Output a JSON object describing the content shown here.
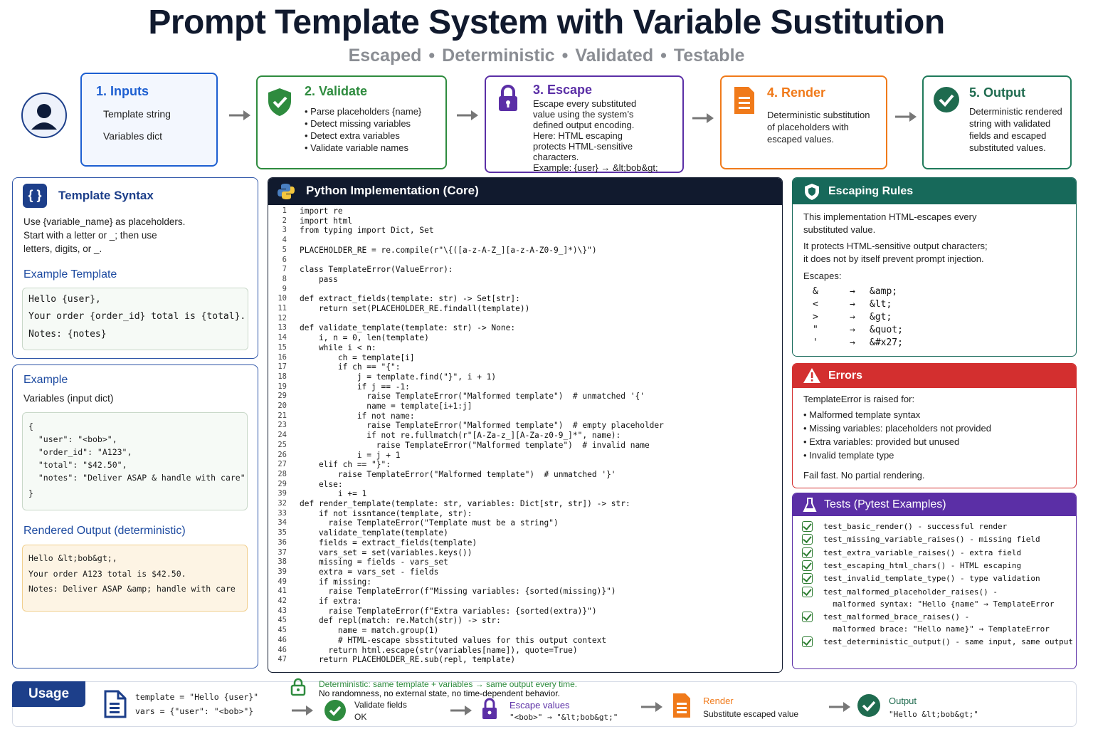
{
  "header": {
    "title": "Prompt Template System with Variable Sustitution",
    "subtitle": [
      "Escaped",
      "Deterministic",
      "Validated",
      "Testable"
    ],
    "subtitle_sep": "•"
  },
  "steps": [
    {
      "title": "1. Inputs",
      "lines": [
        "Template string",
        "Variables dict"
      ],
      "color": "#1d5fd1"
    },
    {
      "title": "2. Validate",
      "lines": [
        "• Parse placeholders {name}",
        "• Detect missing variables",
        "• Detect extra variables",
        "• Validate variable names"
      ],
      "color": "#2e8b3e"
    },
    {
      "title": "3. Escape",
      "lines": [
        "Escape every substituted",
        "value using the system’s",
        "defined output encoding.",
        "Here: HTML escaping",
        "protects HTML-sensitive",
        "characters.",
        "Example: {user} → &lt;bob&gt;"
      ],
      "color": "#5b2fa6"
    },
    {
      "title": "4. Render",
      "lines": [
        "Deterministic substitution",
        "of placeholders with",
        "escaped values."
      ],
      "color": "#f07a1a"
    },
    {
      "title": "5. Output",
      "lines": [
        "Deterministic rendered",
        "string with validated",
        "fields and escaped",
        "substituted values."
      ],
      "color": "#1f7a5a"
    }
  ],
  "template_syntax": {
    "title": "Template Syntax",
    "icon_label": "{ }",
    "desc": [
      "Use {variable_name} as placeholders.",
      "Start with a letter or _; then use",
      "letters, digits, or _."
    ],
    "example_title": "Example Template",
    "example_lines": [
      "Hello {user},",
      "Your order {order_id} total is {total}.",
      "Notes: {notes}"
    ]
  },
  "example": {
    "title": "Example",
    "vars_label": "Variables (input dict)",
    "dict_lines": [
      "{",
      "  \"user\": \"<bob>\",",
      "  \"order_id\": \"A123\",",
      "  \"total\": \"$42.50\",",
      "  \"notes\": \"Deliver ASAP & handle with care\"",
      "}"
    ],
    "rendered_title": "Rendered Output (deterministic)",
    "rendered_lines": [
      "Hello &lt;bob&gt;,",
      "Your order A123 total is $42.50.",
      "Notes: Deliver ASAP &amp; handle with care"
    ]
  },
  "code": {
    "title": "Python Implementation (Core)",
    "lines": [
      {
        "n": "1",
        "t": "import re"
      },
      {
        "n": "2",
        "t": "import html"
      },
      {
        "n": "3",
        "t": "from typing import Dict, Set"
      },
      {
        "n": "4",
        "t": ""
      },
      {
        "n": "5",
        "t": "PLACEHOLDER_RE = re.compile(r\"\\{([a-z-A-Z_][a-z-A-Z0-9_]*)\\}\")"
      },
      {
        "n": "6",
        "t": ""
      },
      {
        "n": "7",
        "t": "class TemplateError(ValueError):"
      },
      {
        "n": "8",
        "t": "    pass"
      },
      {
        "n": "9",
        "t": ""
      },
      {
        "n": "10",
        "t": "def extract_fields(template: str) -> Set[str]:"
      },
      {
        "n": "11",
        "t": "    return set(PLACEHOLDER_RE.findall(template))"
      },
      {
        "n": "12",
        "t": ""
      },
      {
        "n": "13",
        "t": "def validate_template(template: str) -> None:"
      },
      {
        "n": "14",
        "t": "    i, n = 0, len(template)"
      },
      {
        "n": "15",
        "t": "    while i < n:"
      },
      {
        "n": "16",
        "t": "        ch = template[i]"
      },
      {
        "n": "17",
        "t": "        if ch == \"{\":"
      },
      {
        "n": "18",
        "t": "            j = template.find(\"}\", i + 1)"
      },
      {
        "n": "19",
        "t": "            if j == -1:"
      },
      {
        "n": "29",
        "t": "              raise TemplateError(\"Malformed template\")  # unmatched '{'"
      },
      {
        "n": "20",
        "t": "              name = template[i+1:j]"
      },
      {
        "n": "21",
        "t": "            if not name:"
      },
      {
        "n": "23",
        "t": "              raise TemplateError(\"Malformed template\")  # empty placeholder"
      },
      {
        "n": "24",
        "t": "              if not re.fullmatch(r\"[A-Za-z_][A-Za-z0-9_]*\", name):"
      },
      {
        "n": "25",
        "t": "                raise TemplateError(\"Malformed template\")  # invalid name"
      },
      {
        "n": "26",
        "t": "            i = j + 1"
      },
      {
        "n": "27",
        "t": "    elif ch == \"}\":"
      },
      {
        "n": "28",
        "t": "        raise TemplateError(\"Malformed template\")  # unmatched '}'"
      },
      {
        "n": "29",
        "t": "    else:"
      },
      {
        "n": "39",
        "t": "        i += 1"
      },
      {
        "n": "32",
        "t": "def render_template(template: str, variables: Dict[str, str]) -> str:"
      },
      {
        "n": "33",
        "t": "    if not issntance(template, str):"
      },
      {
        "n": "34",
        "t": "      raise TemplateError(\"Template must be a string\")"
      },
      {
        "n": "35",
        "t": "    validate_template(template)"
      },
      {
        "n": "36",
        "t": "    fields = extract_fields(template)"
      },
      {
        "n": "37",
        "t": "    vars_set = set(variables.keys())"
      },
      {
        "n": "38",
        "t": "    missing = fields - vars_set"
      },
      {
        "n": "39",
        "t": "    extra = vars_set - fields"
      },
      {
        "n": "49",
        "t": "    if missing:"
      },
      {
        "n": "41",
        "t": "      raise TemplateError(f\"Missing variables: {sorted(missing)}\")"
      },
      {
        "n": "42",
        "t": "    if extra:"
      },
      {
        "n": "43",
        "t": "      raise TemplateError(f\"Extra variables: {sorted(extra)}\")"
      },
      {
        "n": "45",
        "t": "    def repl(match: re.Match(str)) -> str:"
      },
      {
        "n": "45",
        "t": "        name = match.group(1)"
      },
      {
        "n": "46",
        "t": "        # HTML-escape sbsstituted values for this output context"
      },
      {
        "n": "46",
        "t": "      return html.escape(str(variables[name]), quote=True)"
      },
      {
        "n": "47",
        "t": "    return PLACEHOLDER_RE.sub(repl, template)"
      }
    ]
  },
  "escaping": {
    "title": "Escaping Rules",
    "desc1": [
      "This implementation HTML-escapes every",
      "substituted value."
    ],
    "desc2": [
      "It protects HTML-sensitive output characters;",
      "it does not by itself prevent prompt injection."
    ],
    "escapes_label": "Escapes:",
    "arrow": "→",
    "rows": [
      {
        "from": "&",
        "to": "&amp;"
      },
      {
        "from": "<",
        "to": "&lt;"
      },
      {
        "from": ">",
        "to": "&gt;"
      },
      {
        "from": "\"",
        "to": "&quot;"
      },
      {
        "from": "'",
        "to": "&#x27;"
      }
    ]
  },
  "errors": {
    "title": "Errors",
    "intro": "TemplateError is raised for:",
    "items": [
      "• Malformed template syntax",
      "• Missing variables: placeholders not provided",
      "• Extra variables: provided but unused",
      "• Invalid template type"
    ],
    "footer": "Fail fast. No partial rendering."
  },
  "tests": {
    "title": "Tests (Pytest Examples)",
    "items": [
      [
        "test_basic_render() - successful render"
      ],
      [
        "test_missing_variable_raises() - missing field"
      ],
      [
        "test_extra_variable_raises() - extra field"
      ],
      [
        "test_escaping_html_chars() - HTML escaping"
      ],
      [
        "test_invalid_template_type() - type validation"
      ],
      [
        "test_malformed_placeholder_raises() -",
        "  malformed syntax: \"Hello {name\" → TemplateError"
      ],
      [
        "test_malformed_brace_raises() -",
        "  malformed brace: \"Hello name}\" → TemplateError"
      ],
      [
        "test_deterministic_output() - same input, same output"
      ]
    ]
  },
  "usage": {
    "label": "Usage",
    "code_lines": [
      "template = \"Hello {user}\"",
      "vars = {\"user\": \"<bob>\"}"
    ],
    "deterministic_title": "Deterministic: same template + variables → same output every time.",
    "deterministic_sub": "No randomness, no external state, no time-dependent behavior.",
    "validate_label": "Validate fields",
    "validate_value": "OK",
    "escape_label": "Escape values",
    "escape_value": "\"<bob>\" → \"&lt;bob&gt;\"",
    "render_label": "Render",
    "render_value": "Substitute escaped value",
    "output_label": "Output",
    "output_value": "\"Hello &lt;bob&gt;\""
  }
}
